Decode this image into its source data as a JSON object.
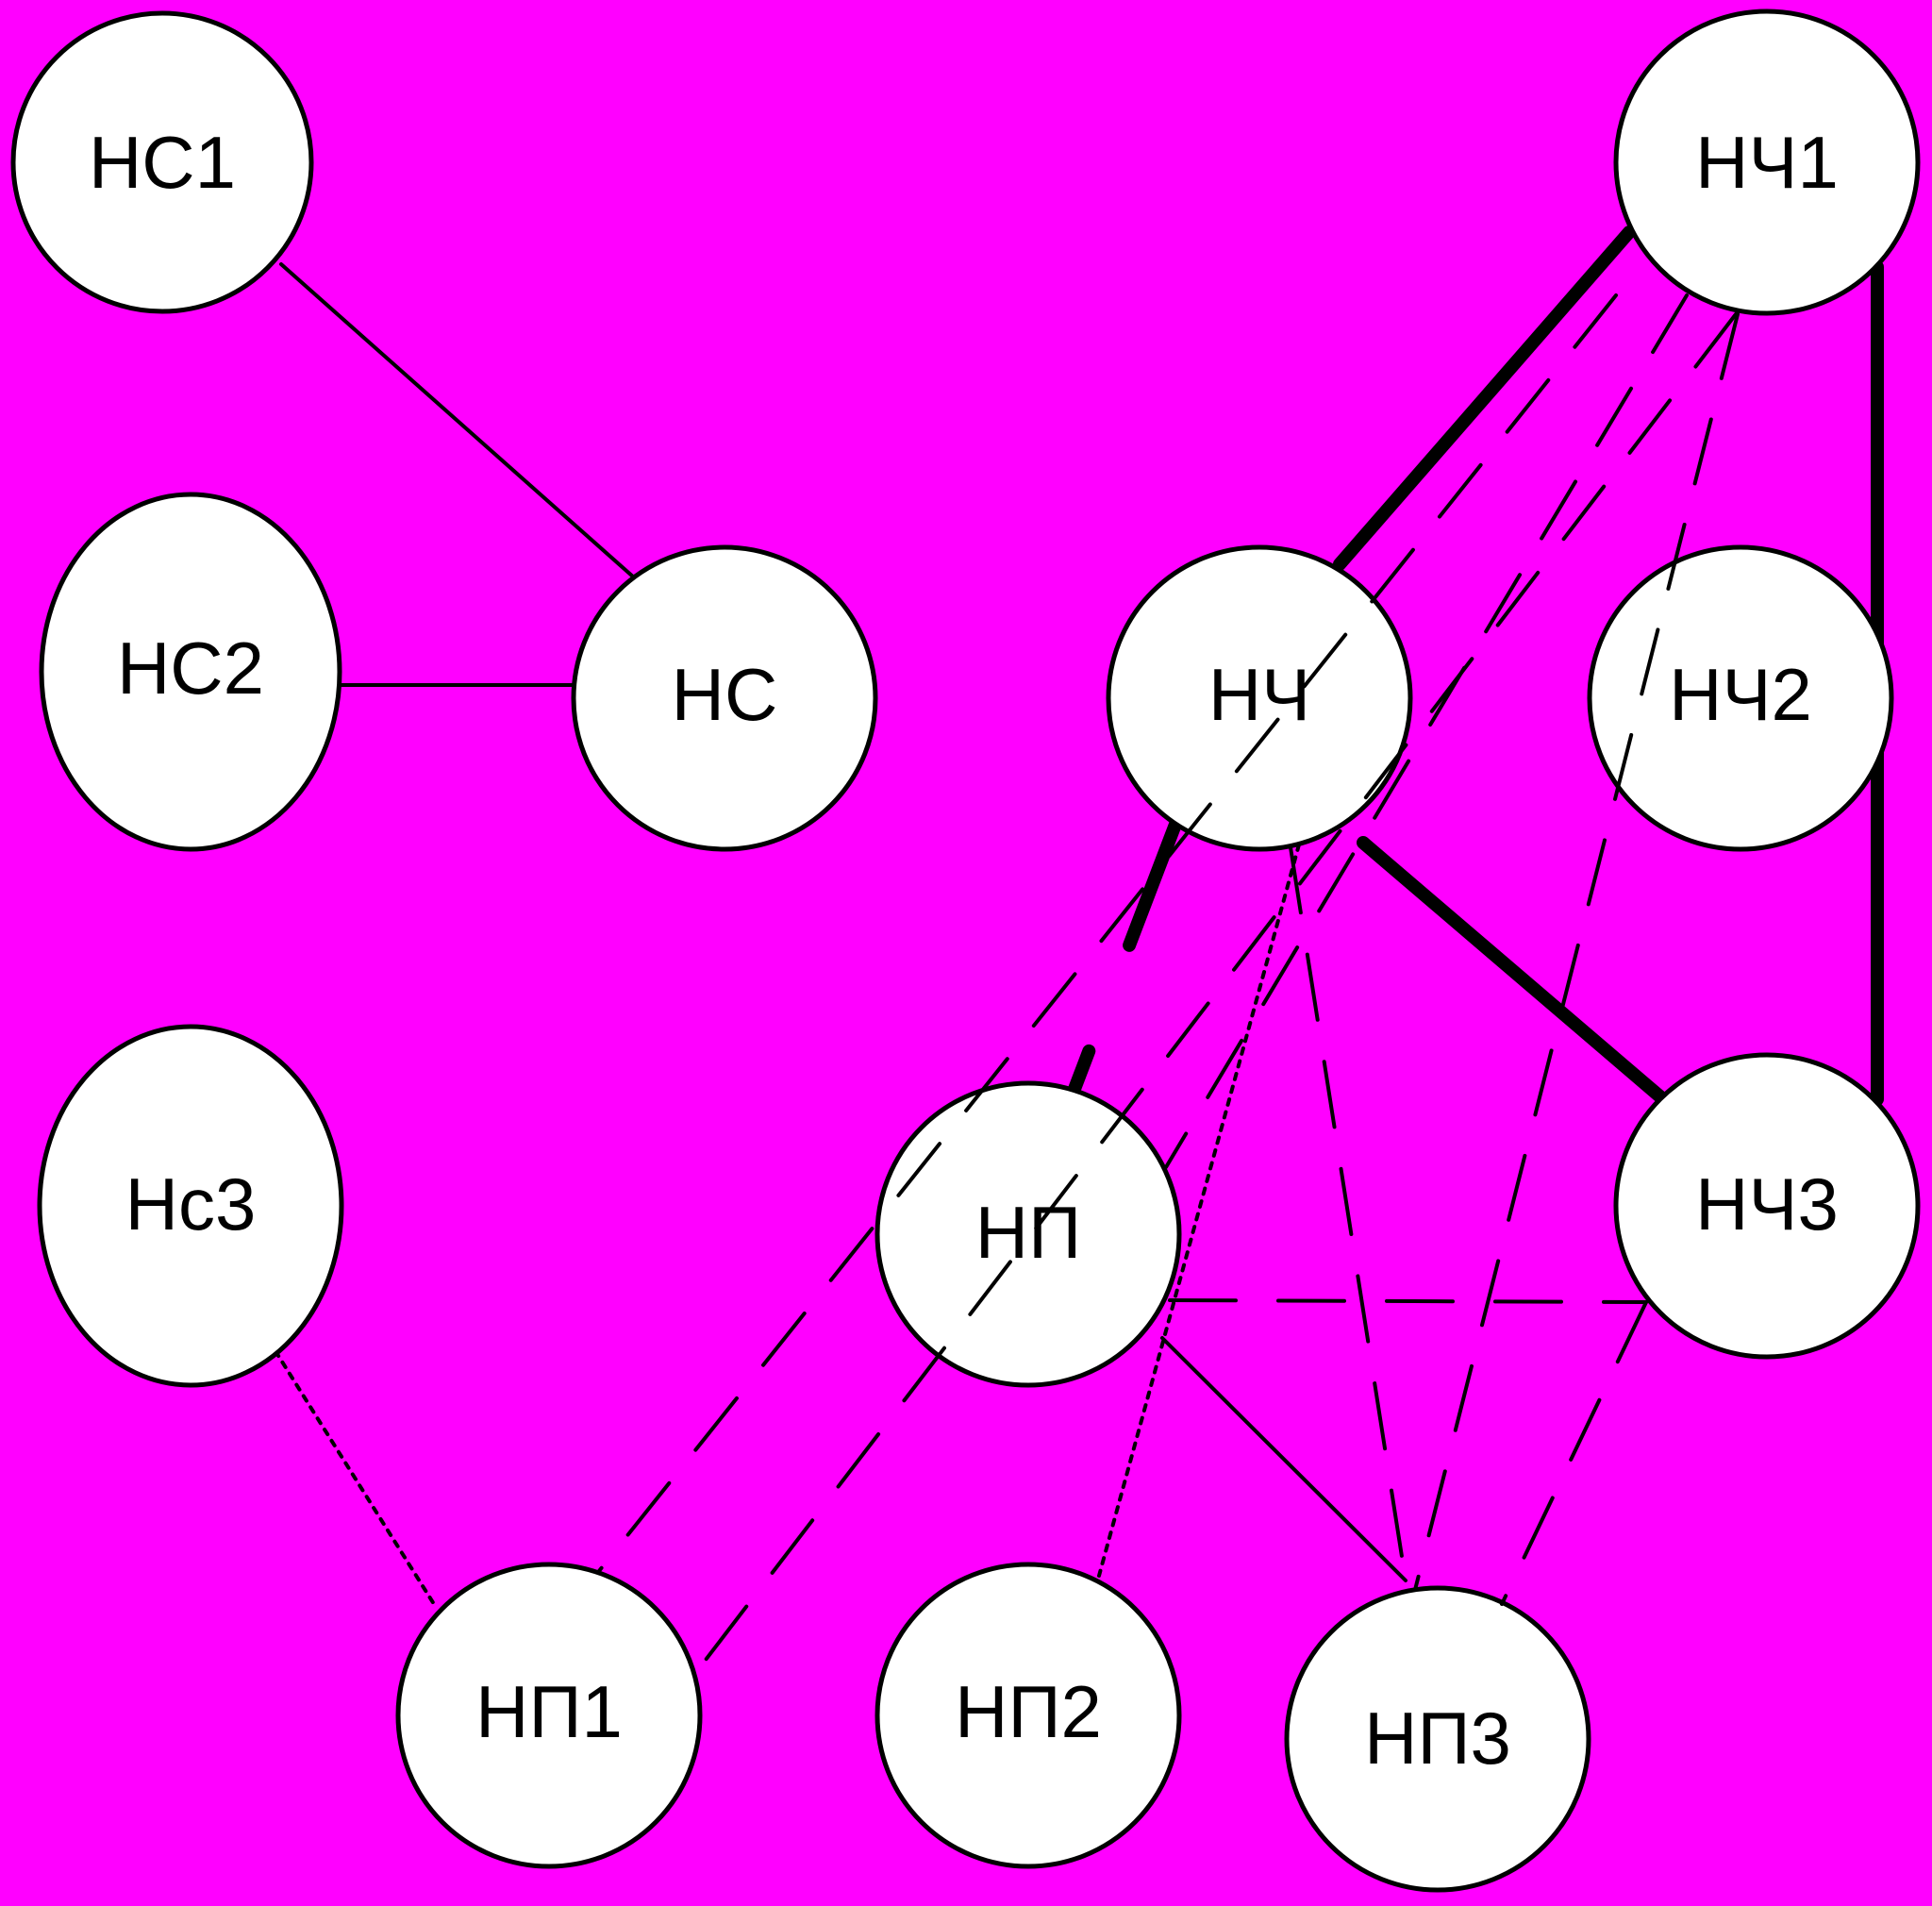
{
  "colors": {
    "background": "#ff00ff",
    "node_fill": "#ffffff",
    "stroke": "#000000"
  },
  "nodes": [
    {
      "id": "NS1",
      "label": "НС1"
    },
    {
      "id": "NS2",
      "label": "НС2"
    },
    {
      "id": "NS",
      "label": "НС"
    },
    {
      "id": "NCH1",
      "label": "НЧ1"
    },
    {
      "id": "NCH",
      "label": "НЧ"
    },
    {
      "id": "NCH2",
      "label": "НЧ2"
    },
    {
      "id": "Ns3",
      "label": "Нс3"
    },
    {
      "id": "NP",
      "label": "НП"
    },
    {
      "id": "NCH3",
      "label": "НЧ3"
    },
    {
      "id": "NP1",
      "label": "НП1"
    },
    {
      "id": "NP2",
      "label": "НП2"
    },
    {
      "id": "NP3",
      "label": "НП3"
    }
  ],
  "edges": [
    {
      "from": "NS1",
      "to": "NS",
      "style": "solid"
    },
    {
      "from": "NS2",
      "to": "NS",
      "style": "solid"
    },
    {
      "from": "NCH1",
      "to": "NCH",
      "style": "thick"
    },
    {
      "from": "NCH1",
      "to": "NCH3",
      "style": "thick"
    },
    {
      "from": "NCH",
      "to": "NCH3",
      "style": "thick"
    },
    {
      "from": "NCH",
      "to": "NP",
      "style": "thick-dashed"
    },
    {
      "from": "NCH1",
      "to": "NP1",
      "style": "dashed"
    },
    {
      "from": "NCH1",
      "to": "NP1",
      "style": "dashed",
      "variant": 2
    },
    {
      "from": "NCH1",
      "to": "NP",
      "style": "dashed"
    },
    {
      "from": "NCH1",
      "to": "NP3",
      "style": "dashed"
    },
    {
      "from": "NCH",
      "to": "NP3",
      "style": "dashed"
    },
    {
      "from": "NP",
      "to": "NCH3",
      "style": "dashed"
    },
    {
      "from": "NCH3",
      "to": "NP3",
      "style": "dashed"
    },
    {
      "from": "NP",
      "to": "NP3",
      "style": "solid"
    },
    {
      "from": "NCH",
      "to": "NP2",
      "style": "dotted"
    },
    {
      "from": "Ns3",
      "to": "NP1",
      "style": "dotted"
    }
  ]
}
